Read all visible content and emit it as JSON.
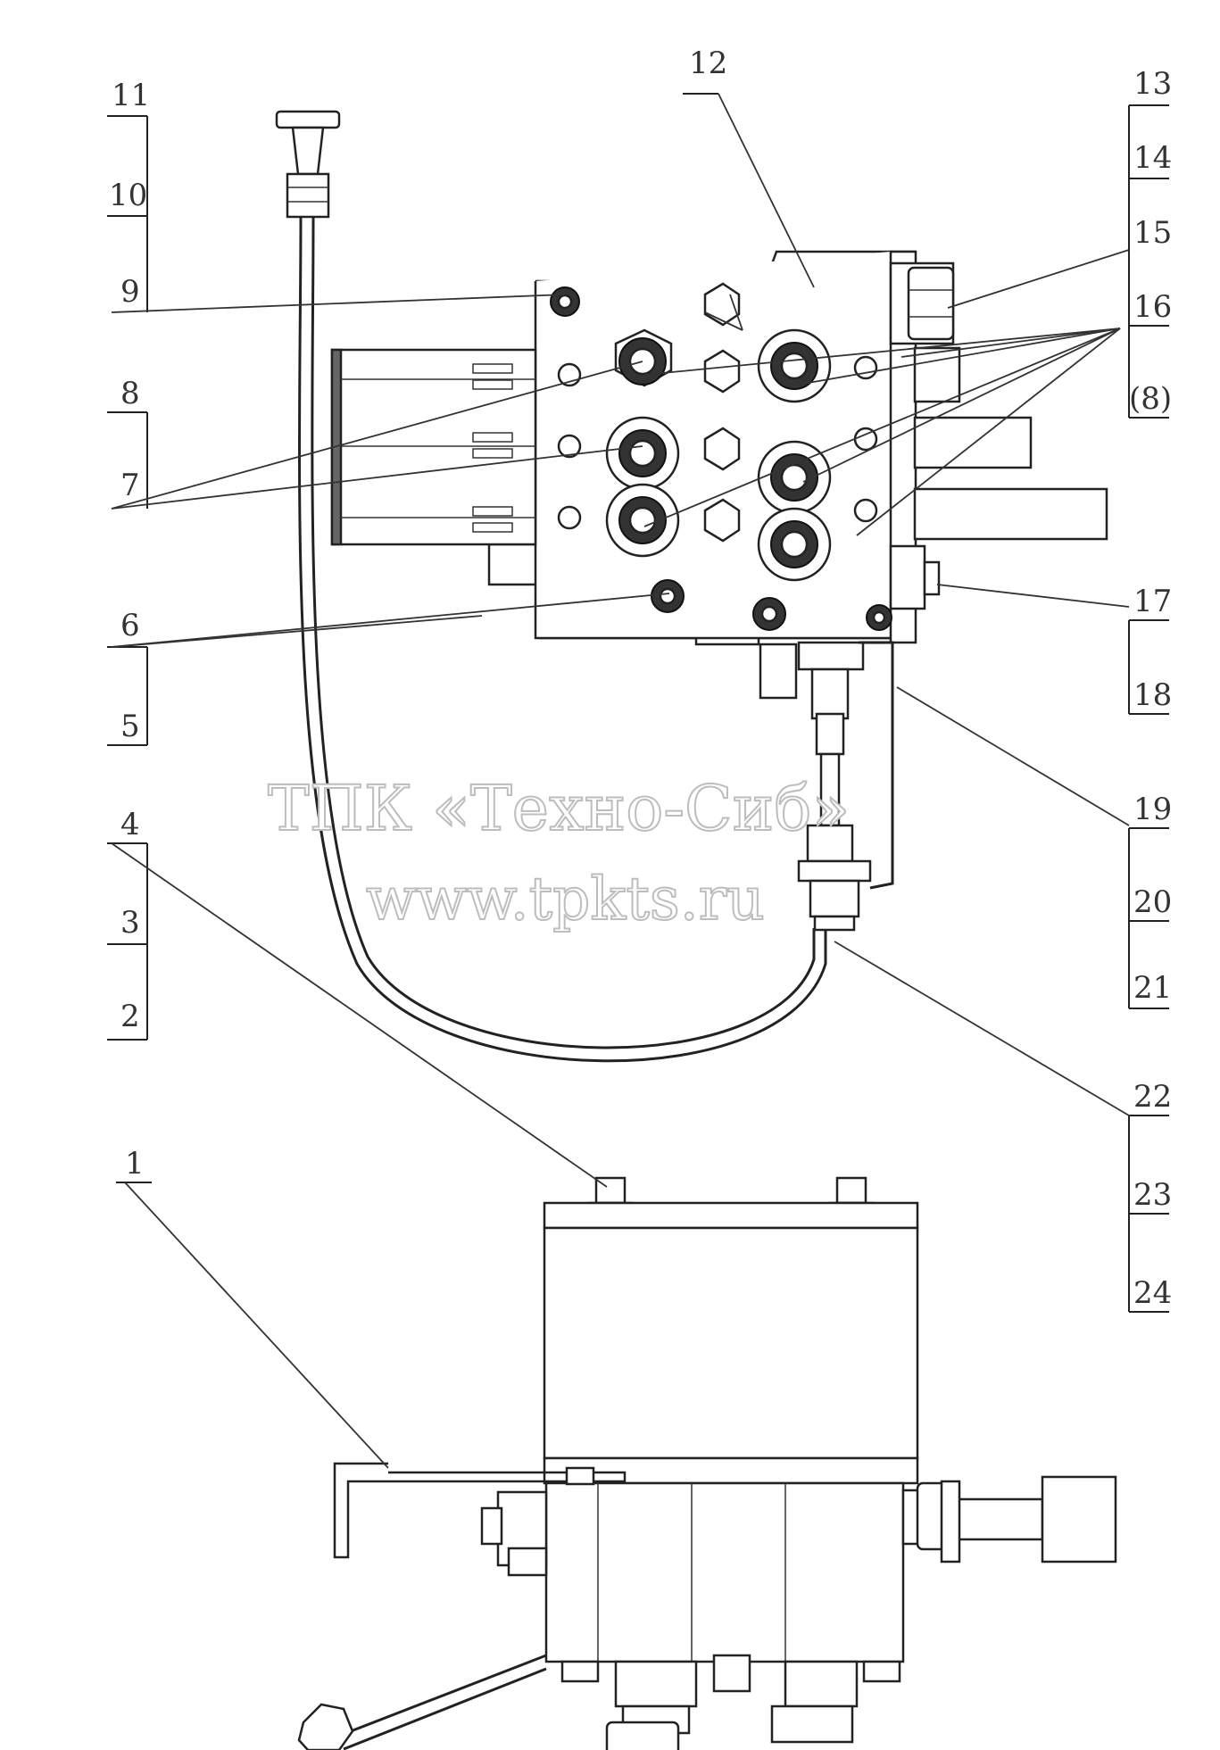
{
  "watermark": {
    "line1": "ТПК «Техно-Сиб»",
    "line2": "www.tpkts.ru"
  },
  "callouts": {
    "left": [
      "11",
      "10",
      "9",
      "8",
      "7",
      "6",
      "5",
      "4",
      "3",
      "2",
      "1"
    ],
    "top": "12",
    "right": [
      "13",
      "14",
      "15",
      "16",
      "(8)",
      "17",
      "18",
      "19",
      "20",
      "21",
      "22",
      "23",
      "24"
    ]
  }
}
